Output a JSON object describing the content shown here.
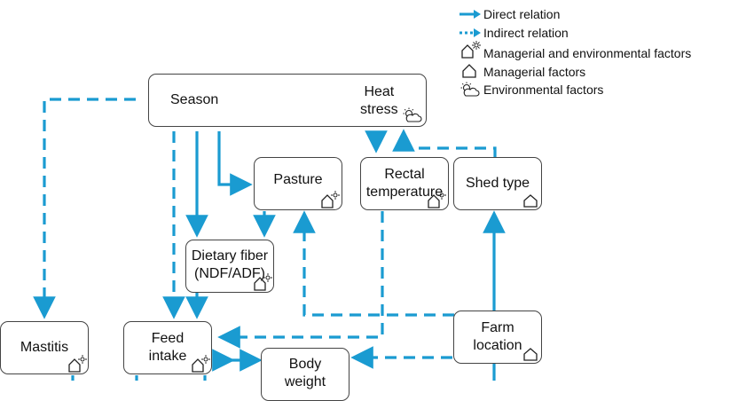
{
  "colors": {
    "arrow": "#1a9bd1",
    "border": "#444444",
    "icon": "#222222"
  },
  "legend": {
    "direct": "Direct relation",
    "indirect": "Indirect relation",
    "both": "Managerial and environmental factors",
    "managerial": "Managerial factors",
    "environmental": "Environmental factors"
  },
  "nodes": {
    "season": "Season",
    "heat_stress": "Heat\nstress",
    "pasture": "Pasture",
    "rectal_temperature": "Rectal\ntemperature",
    "shed_type": "Shed type",
    "dietary_fiber": "Dietary fiber\n(NDF/ADF)",
    "farm_location": "Farm\nlocation",
    "mastitis": "Mastitis",
    "feed_intake": "Feed\nintake",
    "body_weight": "Body\nweight"
  },
  "icon_names": [
    "house-icon",
    "house-sun-icon",
    "sun-cloud-icon"
  ]
}
